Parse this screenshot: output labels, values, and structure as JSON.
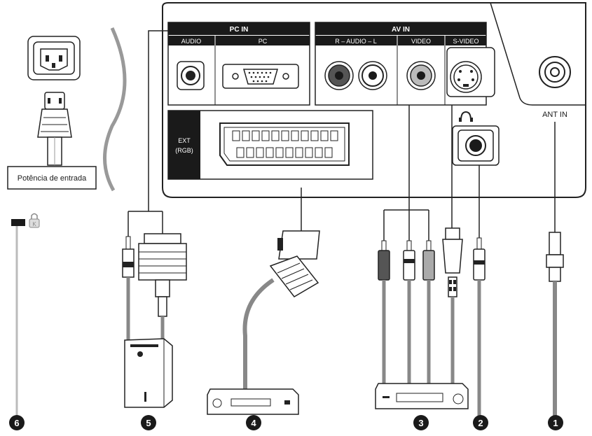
{
  "panel": {
    "pc_in": "PC IN",
    "audio": "AUDIO",
    "pc": "PC",
    "av_in": "AV IN",
    "audio_rl": "R – AUDIO – L",
    "audio_r": "R",
    "audio_l": "L",
    "video": "VIDEO",
    "s_video": "S-VIDEO",
    "ext_line1": "EXT",
    "ext_line2": "(RGB)",
    "ant_in": "ANT IN"
  },
  "power_label": "Potência de entrada",
  "lock_letter": "K",
  "callouts": [
    "6",
    "5",
    "4",
    "3",
    "2",
    "1"
  ]
}
